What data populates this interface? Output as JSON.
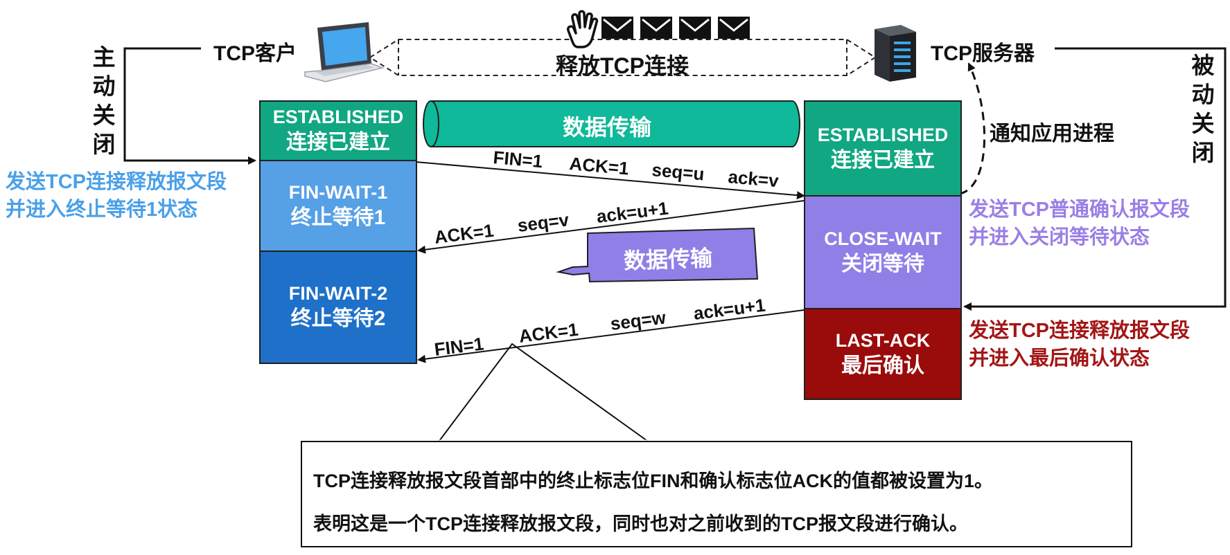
{
  "client": {
    "label": "TCP客户"
  },
  "server": {
    "label": "TCP服务器"
  },
  "release": {
    "label": "释放TCP连接"
  },
  "active_close": {
    "label": [
      "主",
      "动",
      "关",
      "闭"
    ]
  },
  "passive_close": {
    "label": [
      "被",
      "动",
      "关",
      "闭"
    ]
  },
  "client_states": [
    {
      "en": "ESTABLISHED",
      "zh": "连接已建立",
      "color": "#10a782"
    },
    {
      "en": "FIN-WAIT-1",
      "zh": "终止等待1",
      "color": "#56a0e6"
    },
    {
      "en": "FIN-WAIT-2",
      "zh": "终止等待2",
      "color": "#1e70c8"
    }
  ],
  "server_states": [
    {
      "en": "ESTABLISHED",
      "zh": "连接已建立",
      "color": "#10a782"
    },
    {
      "en": "CLOSE-WAIT",
      "zh": "关闭等待",
      "color": "#8f7fe6"
    },
    {
      "en": "LAST-ACK",
      "zh": "最后确认",
      "color": "#9a0b0b"
    }
  ],
  "data_transfer_top": {
    "label": "数据传输",
    "color": "#0fb99a"
  },
  "data_transfer_back": {
    "label": "数据传输",
    "color": "#8f7fe6"
  },
  "notify_app": {
    "label": "通知应用进程"
  },
  "segments": {
    "fin1": {
      "fin": "FIN=1",
      "ack": "ACK=1",
      "seq": "seq=u",
      "acknum": "ack=v"
    },
    "ack": {
      "ack": "ACK=1",
      "seq": "seq=v",
      "acknum": "ack=u+1"
    },
    "fin2": {
      "fin": "FIN=1",
      "ack": "ACK=1",
      "seq": "seq=w",
      "acknum": "ack=u+1"
    }
  },
  "client_note": {
    "line1": "发送TCP连接释放报文段",
    "line2": "并进入终止等待1状态",
    "color": "#4aa0e8"
  },
  "server_note1": {
    "line1": "发送TCP普通确认报文段",
    "line2": "并进入关闭等待状态",
    "color": "#9a7fe6"
  },
  "server_note2": {
    "line1": "发送TCP连接释放报文段",
    "line2": "并进入最后确认状态",
    "color": "#a31515"
  },
  "callout": {
    "line1": "TCP连接释放报文段首部中的终止标志位FIN和确认标志位ACK的值都被设置为1。",
    "line2": "表明这是一个TCP连接释放报文段，同时也对之前收到的TCP报文段进行确认。"
  },
  "icons": [
    "hand-icon",
    "envelope-icon",
    "laptop-icon",
    "server-icon"
  ]
}
